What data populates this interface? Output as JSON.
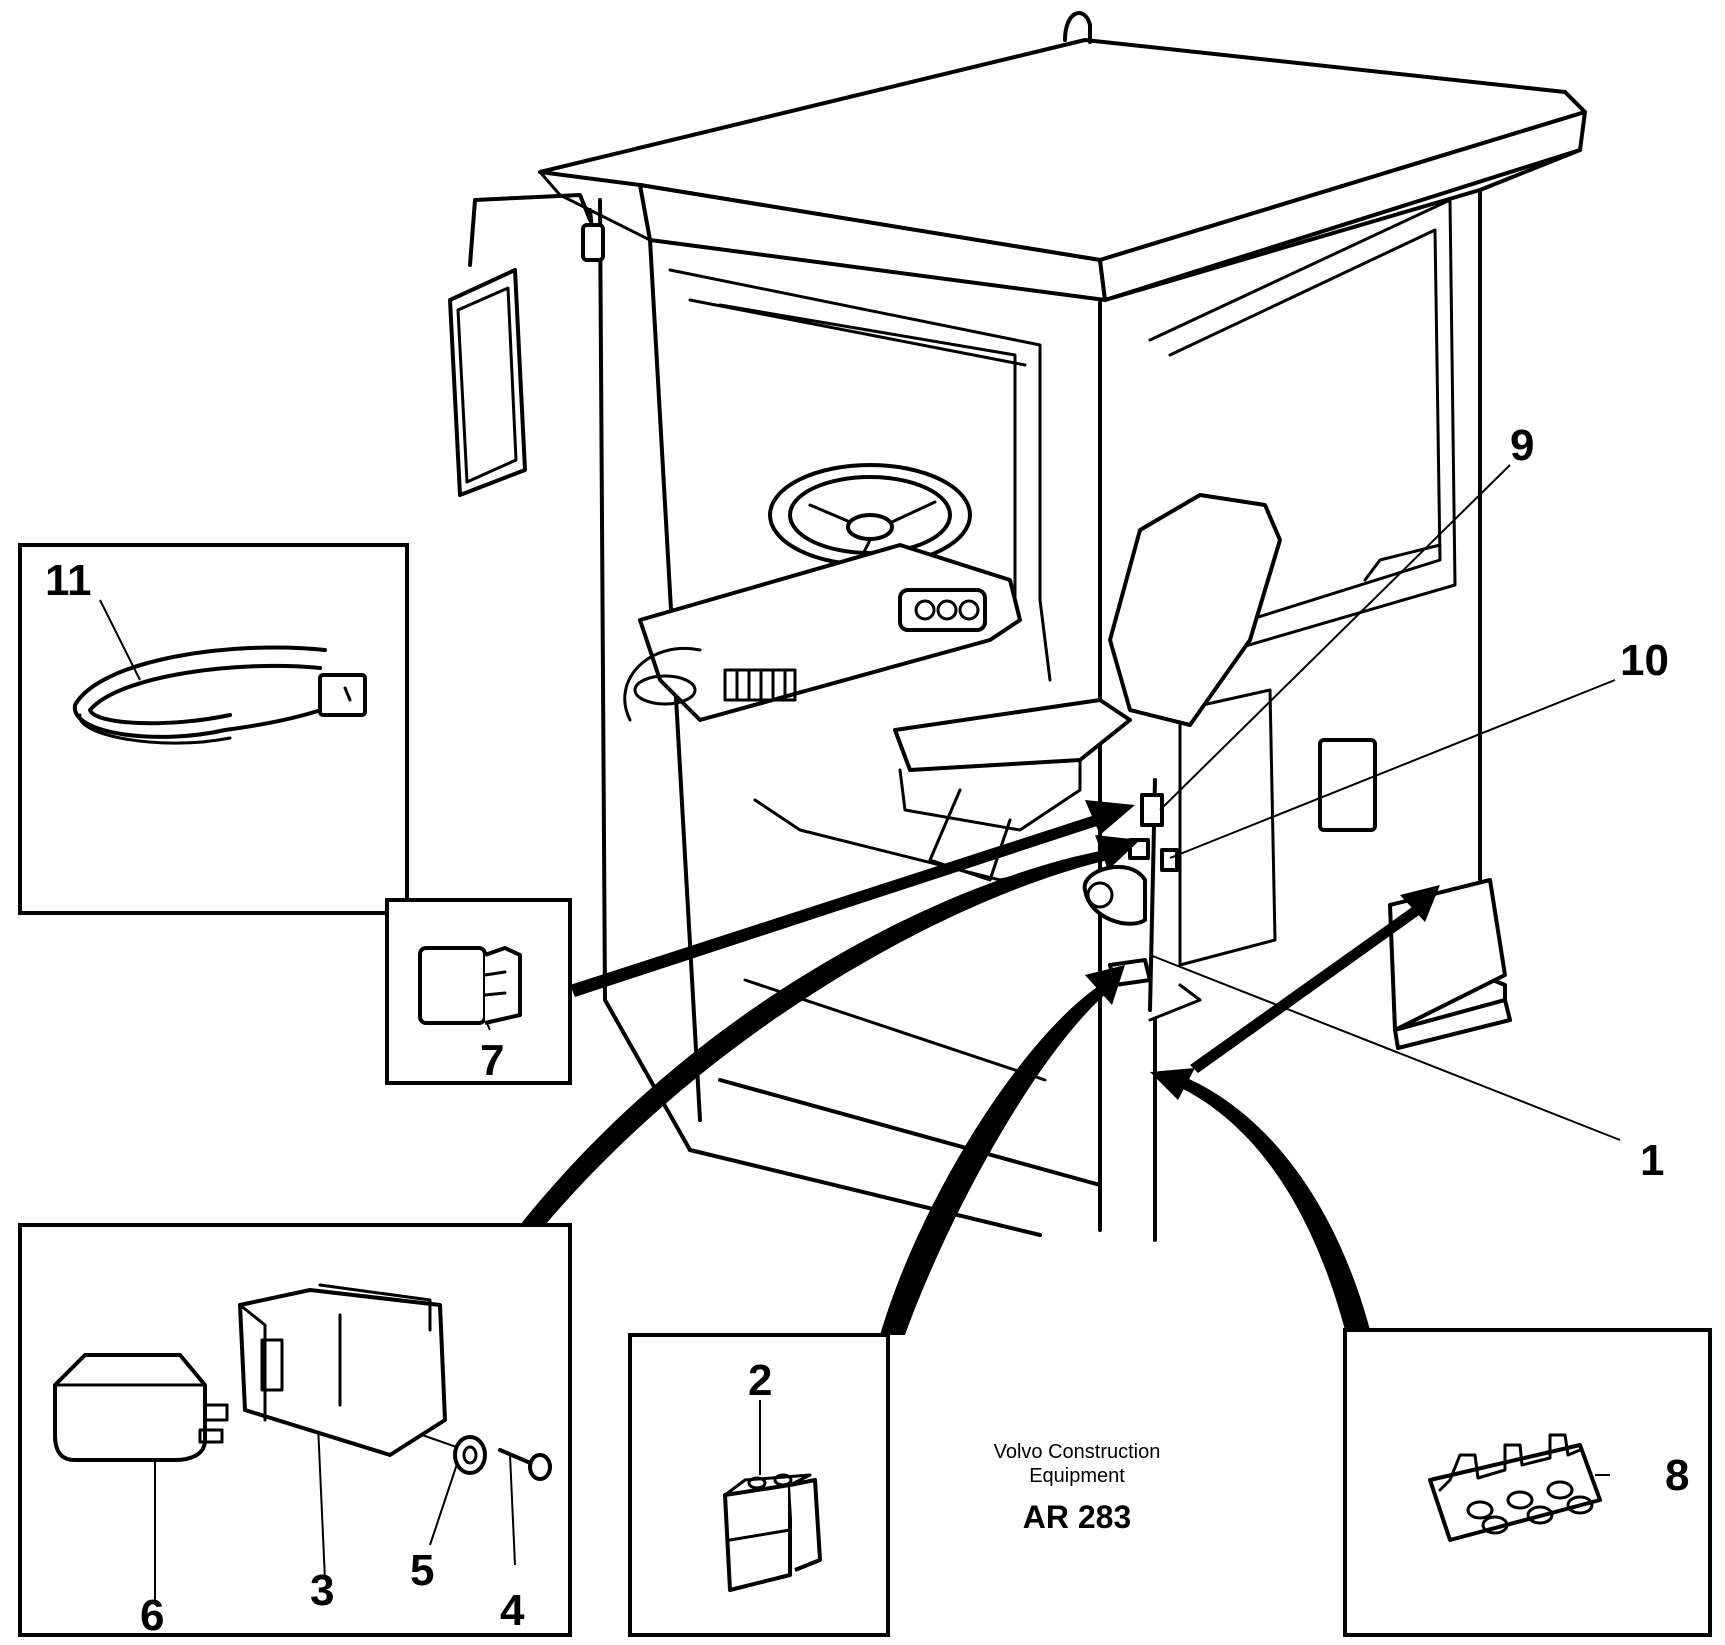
{
  "callouts": {
    "c1": "1",
    "c2": "2",
    "c3": "3",
    "c4": "4",
    "c5": "5",
    "c6": "6",
    "c7": "7",
    "c8": "8",
    "c9": "9",
    "c10": "10",
    "c11": "11"
  },
  "caption": {
    "line1": "Volvo Construction",
    "line2": "Equipment",
    "code": "AR 283"
  }
}
